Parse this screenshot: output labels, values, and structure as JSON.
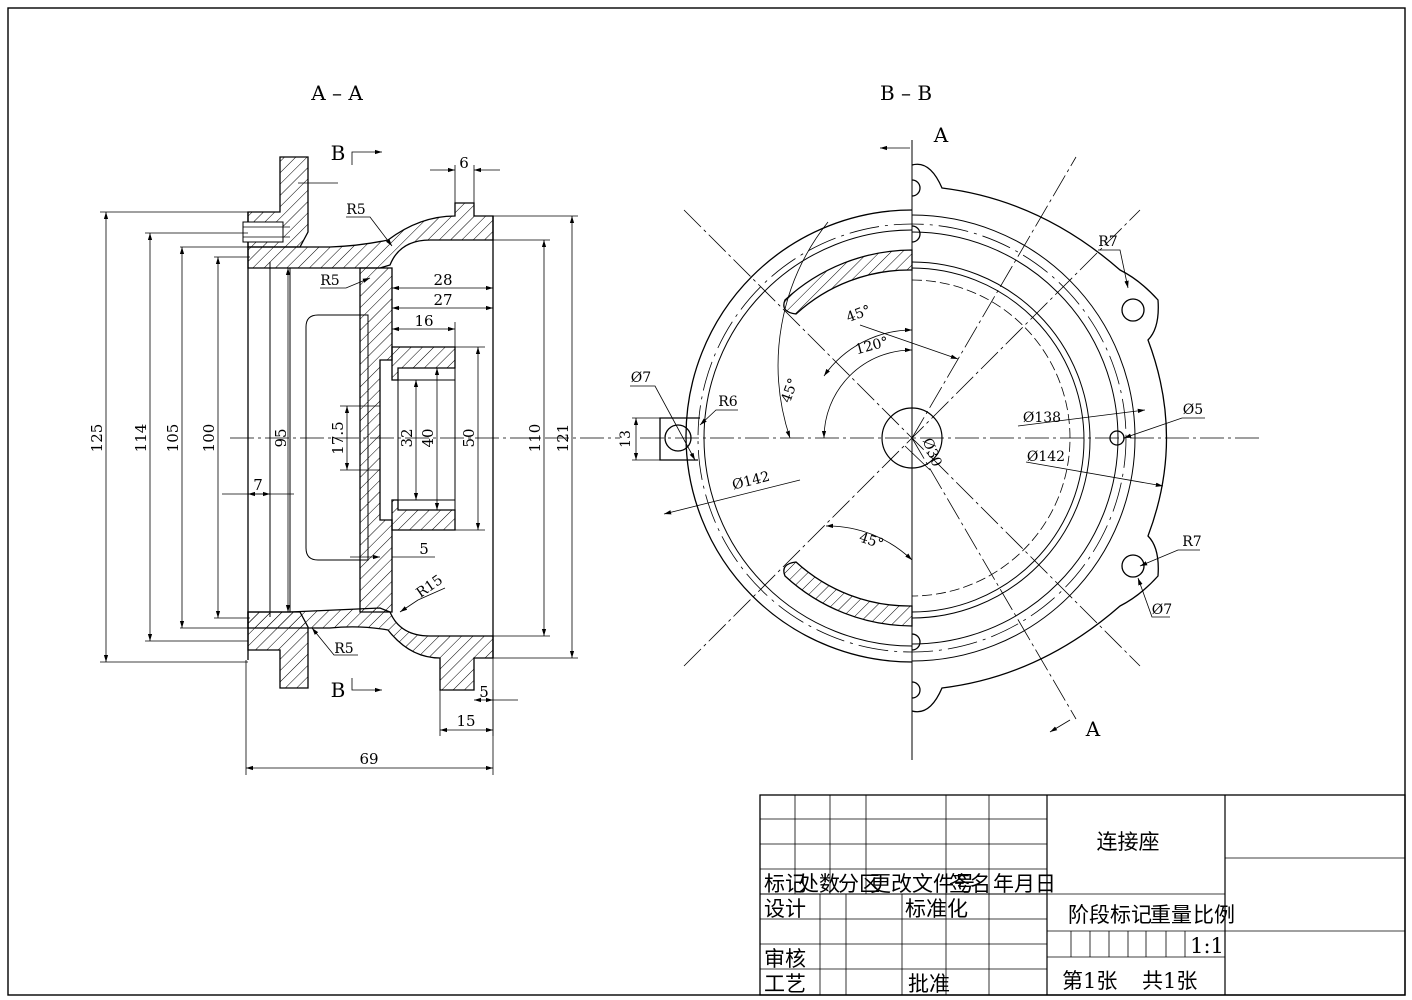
{
  "views": {
    "section_aa_title": "A – A",
    "section_bb_title": "B – B",
    "cut_label_a": "A",
    "cut_label_b": "B"
  },
  "dims_left": {
    "d6": "6",
    "d125": "125",
    "d114": "114",
    "d105": "105",
    "d100": "100",
    "d95": "95",
    "d7": "7",
    "d28": "28",
    "d27": "27",
    "d16": "16",
    "d17_5": "17.5",
    "d32": "32",
    "d40": "40",
    "d50": "50",
    "d110": "110",
    "d121": "121",
    "d5a": "5",
    "d5b": "5",
    "d15": "15",
    "d69": "69",
    "r5a": "R5",
    "r5b": "R5",
    "r5c": "R5",
    "r15": "R15"
  },
  "dims_right": {
    "d7a": "Ø7",
    "r6": "R6",
    "d13": "13",
    "d142a": "Ø142",
    "a45a": "45°",
    "a45b": "45°",
    "a120": "120°",
    "a45c": "45°",
    "d30": "Ø30",
    "d138": "Ø138",
    "d5": "Ø5",
    "d142b": "Ø142",
    "r7a": "R7",
    "r7b": "R7",
    "d7b": "Ø7"
  },
  "title_block": {
    "part_name": "连接座",
    "h_mark": "标记",
    "h_count": "处数",
    "h_zone": "分区",
    "h_doc": "更改文件号",
    "h_sign": "签名",
    "h_date": "年月日",
    "designer": "设计",
    "standard": "标准化",
    "checker": "审核",
    "process": "工艺",
    "approve": "批准",
    "stage_mark": "阶段标记",
    "weight": "重量",
    "scale": "比例",
    "scale_value": "1:1",
    "sheet_no": "第1张",
    "sheet_total": "共1张"
  },
  "colors": {
    "line": "#000000",
    "background": "#ffffff"
  }
}
